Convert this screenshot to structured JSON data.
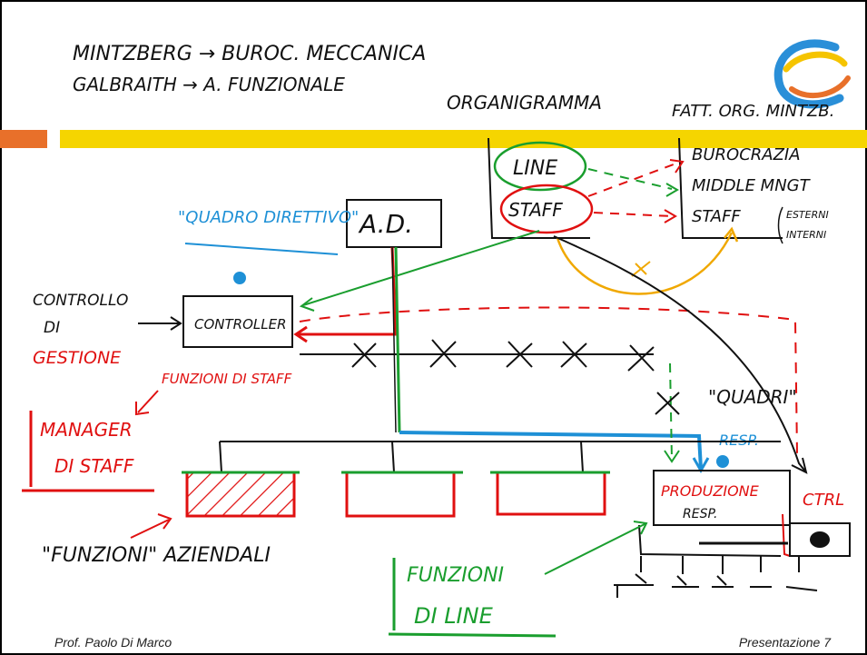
{
  "colors": {
    "header_bar_left": "#e8702a",
    "header_bar_right": "#f5d500",
    "ink_black": "#111111",
    "ink_red": "#e01010",
    "ink_green": "#1a9e2e",
    "ink_blue": "#1e90d6",
    "ink_orange": "#f0a800"
  },
  "icons": {
    "logo": "ring-logo-icon"
  },
  "header": {
    "line1": "MINTZBERG → BUROC. MECCANICA",
    "line2": "GALBRAITH → A. FUNZIONALE",
    "center": "ORGANIGRAMMA",
    "right": "FATT. ORG. MINTZB."
  },
  "organigram": {
    "top_node": "A.D.",
    "staff_node": "CONTROLLER",
    "quadro_label": "\"QUADRO DIRETTIVO\"",
    "quadri_label": "\"QUADRI\"",
    "quadri_sub": "RESP.",
    "production_box": "PRODUZIONE",
    "production_sub": "RESP.",
    "ctrl": "CTRL"
  },
  "legend_box": {
    "line": "LINE",
    "staff": "STAFF"
  },
  "mintzberg_list": {
    "item1": "BUROCRAZIA",
    "item2": "MIDDLE MNGT",
    "item3": "STAFF",
    "item3_note_a": "ESTERNI",
    "item3_note_b": "INTERNI"
  },
  "annotations": {
    "controllo_1": "CONTROLLO",
    "controllo_2": "DI",
    "gestione": "GESTIONE",
    "funzioni_staff": "FUNZIONI DI STAFF",
    "manager_1": "MANAGER",
    "manager_2": "DI STAFF",
    "funzioni_aziendali": "\"FUNZIONI\" AZIENDALI",
    "funzioni_line_1": "FUNZIONI",
    "funzioni_line_2": "DI LINE"
  },
  "footer": {
    "author": "Prof. Paolo Di Marco",
    "page": "Presentazione 7"
  }
}
